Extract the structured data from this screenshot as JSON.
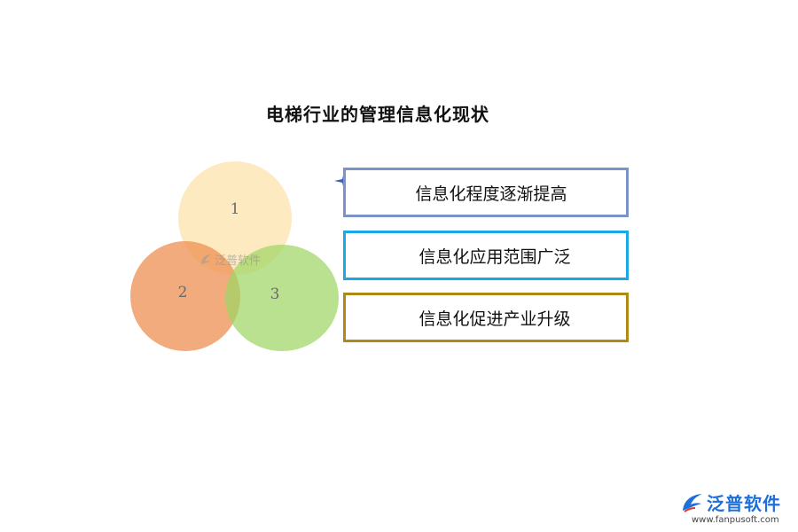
{
  "title": "电梯行业的管理信息化现状",
  "venn": [
    {
      "label": "1",
      "color": "#fde2a8"
    },
    {
      "label": "2",
      "color": "#ee9458"
    },
    {
      "label": "3",
      "color": "#a0d664"
    }
  ],
  "items": [
    {
      "label": "信息化程度逐渐提高",
      "color": "#7a93c9",
      "marker": "four-point-star"
    },
    {
      "label": "信息化应用范围广泛",
      "color": "#1aa9e6",
      "marker": "dot"
    },
    {
      "label": "信息化促进产业升级",
      "color": "#b08a16",
      "marker": "dot"
    }
  ],
  "watermark": {
    "text": "泛普软件"
  },
  "brand": {
    "name": "泛普软件",
    "url": "www.fanpusoft.com",
    "color": "#1e6fd6"
  }
}
